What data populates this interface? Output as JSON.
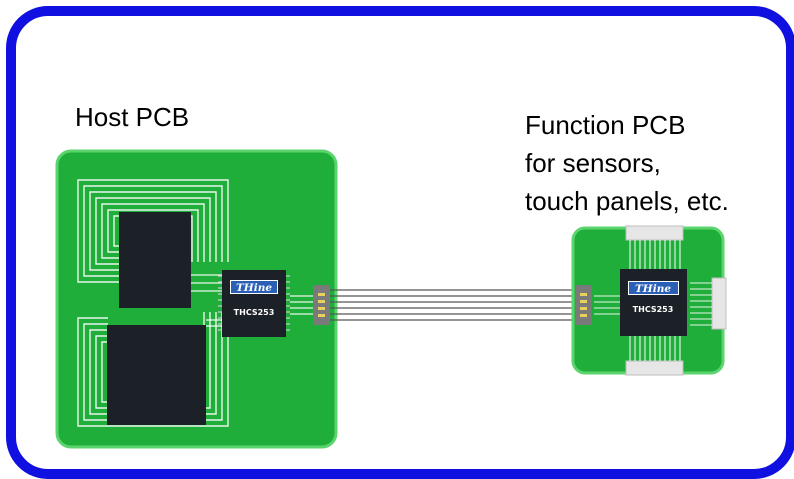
{
  "labels": {
    "host_pcb": "Host PCB",
    "function_pcb_line1": "Function PCB",
    "function_pcb_line2": "for sensors,",
    "function_pcb_line3": "touch panels, etc."
  },
  "host_chip": {
    "brand": "THine",
    "part": "THCS253"
  },
  "function_chip": {
    "brand": "THine",
    "part": "THCS253"
  },
  "colors": {
    "frame": "#1010e0",
    "pcb_green": "#1fae3a",
    "pcb_edge": "#5cd46e",
    "chip": "#1c2127",
    "connector": "#7a7a7a"
  }
}
